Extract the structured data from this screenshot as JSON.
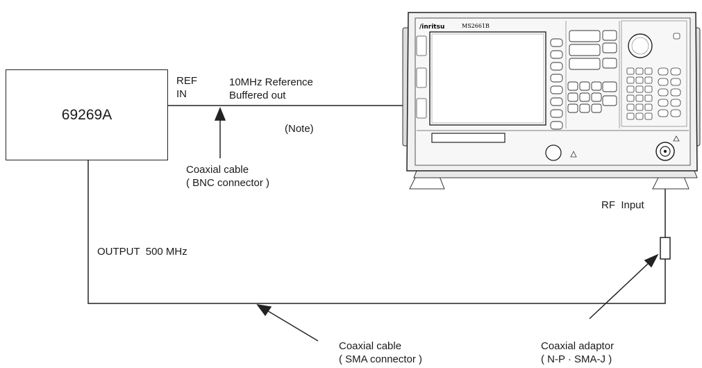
{
  "generator": {
    "name": "69269A"
  },
  "labels": {
    "ref_in_line1": "REF",
    "ref_in_line2": "IN",
    "ref_out_line1": "10MHz Reference",
    "ref_out_line2": "Buffered out",
    "note": "(Note)",
    "coax_bnc_line1": "Coaxial cable",
    "coax_bnc_line2": "( BNC connector )",
    "output": "OUTPUT  500 MHz",
    "rf_input": "RF  Input",
    "coax_sma_line1": "Coaxial cable",
    "coax_sma_line2": "( SMA connector )",
    "adaptor_line1": "Coaxial adaptor",
    "adaptor_line2": "( N-P · SMA-J )"
  },
  "analyzer": {
    "brand": "/inritsu",
    "model": "MS2661B"
  }
}
